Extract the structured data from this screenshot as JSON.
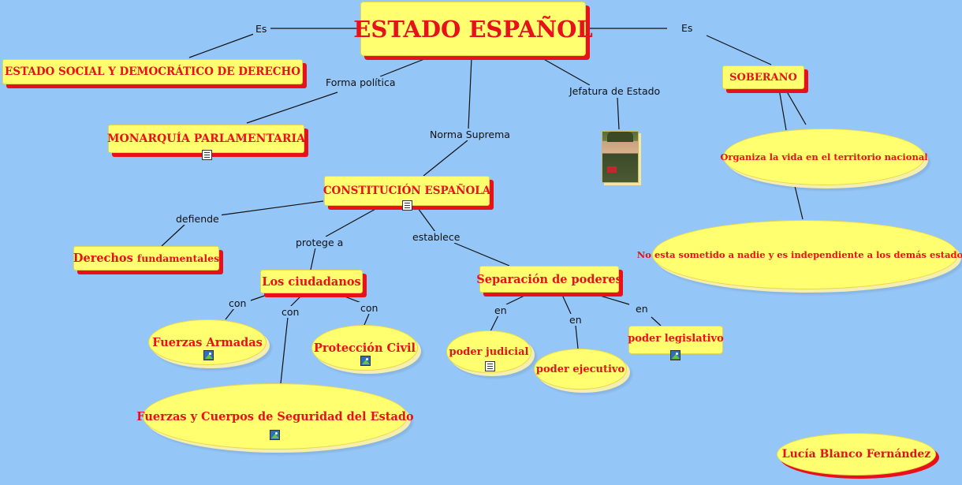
{
  "nodes": {
    "estado": "ESTADO ESPAÑOL",
    "social": "ESTADO SOCIAL Y DEMOCRÁTICO DE DERECHO",
    "monarquia": "MONARQUÍA PARLAMENTARIA",
    "constitucion": "CONSTITUCIÓN ESPAÑOLA",
    "soberano": "SOBERANO",
    "organiza": "Organiza la vida en el territorio nacional",
    "sometido": "No esta sometido a nadie y es independiente a los demás estadoss",
    "derechos_a": "Derechos",
    "derechos_b": "fundamentales",
    "ciudadanos": "Los ciudadanos",
    "separacion": "Separación de poderes",
    "fuerzas_armadas": "Fuerzas Armadas",
    "proteccion_civil": "Protección Civil",
    "fuerzas_seguridad": "Fuerzas y Cuerpos de Seguridad del Estado",
    "judicial": "poder judicial",
    "ejecutivo": "poder ejecutivo",
    "legislativo": "poder legislativo",
    "autora": "Lucía Blanco Fernández"
  },
  "links": {
    "es_left": "Es",
    "es_right": "Es",
    "forma_politica": "Forma política",
    "norma_suprema": "Norma Suprema",
    "jefatura": "Jefatura de Estado",
    "defiende": "defiende",
    "protege": "protege a",
    "establece": "establece",
    "con_1": "con",
    "con_2": "con",
    "con_3": "con",
    "en_1": "en",
    "en_2": "en",
    "en_3": "en"
  },
  "colors": {
    "background": "#94c6f7",
    "node_fill": "#ffff70",
    "node_text": "#e8101a",
    "shadow": "#e8101a"
  },
  "icons": [
    "document-icon",
    "image-icon",
    "king-photo"
  ]
}
